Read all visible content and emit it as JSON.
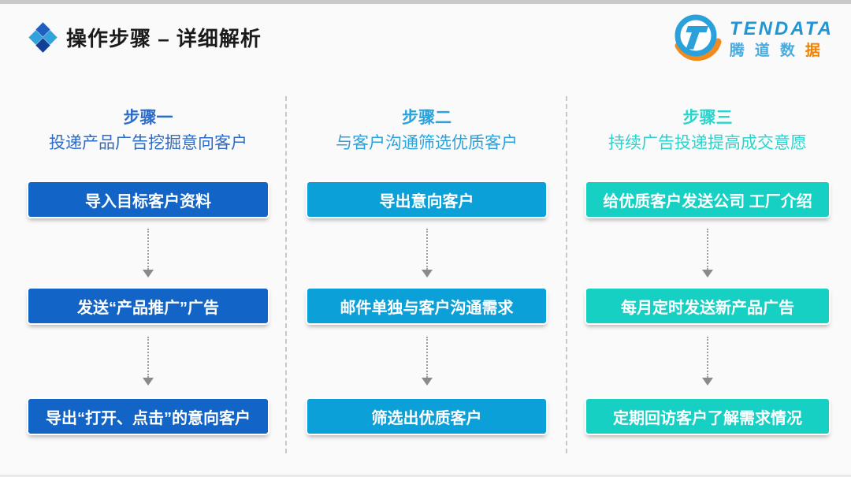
{
  "slide": {
    "top_title": "操作步骤 – 详细解析",
    "icons": {
      "title_bullet": "diamond-cluster-icon",
      "flow_connector": "down-arrow-icon"
    },
    "logo": {
      "brand_en": "TENDATA",
      "brand_cn_blue": "腾道数",
      "brand_cn_orange": "据",
      "brand_blue": "#2196d4",
      "brand_orange": "#f08300"
    },
    "columns": [
      {
        "step_title": "步骤一",
        "subtitle": "投递产品广告挖掘意向客户",
        "accent_color": "#2d6cc8",
        "box_color": "#1264c6",
        "boxes": [
          "导入目标客户资料",
          "发送“产品推广”广告",
          "导出“打开、点击”的意向客户"
        ]
      },
      {
        "step_title": "步骤二",
        "subtitle": "与客户沟通筛选优质客户",
        "accent_color": "#2aa3dd",
        "box_color": "#0ba1d8",
        "boxes": [
          "导出意向客户",
          "邮件单独与客户沟通需求",
          "筛选出优质客户"
        ]
      },
      {
        "step_title": "步骤三",
        "subtitle": "持续广告投递提高成交意愿",
        "accent_color": "#2cd4cd",
        "box_color": "#16d0c4",
        "boxes": [
          "给优质客户发送公司 工厂介绍",
          "每月定时发送新产品广告",
          "定期回访客户了解需求情况"
        ]
      }
    ]
  }
}
